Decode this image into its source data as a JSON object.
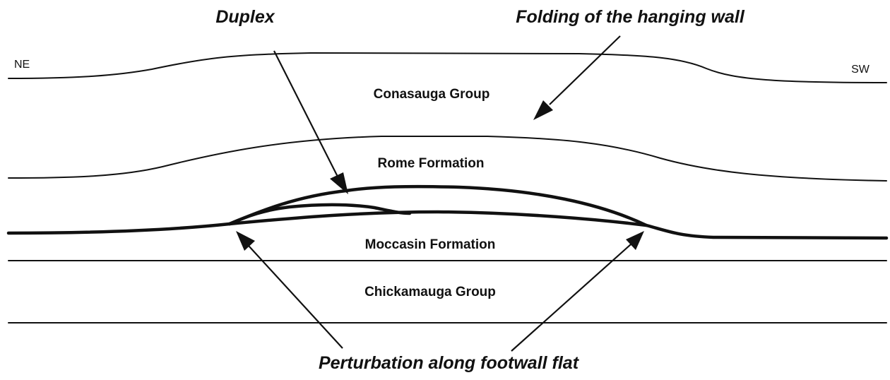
{
  "directions": {
    "left": "NE",
    "right": "SW"
  },
  "annotations": {
    "duplex": "Duplex",
    "hanging_wall": "Folding of the hanging wall",
    "footwall": "Perturbation along footwall flat"
  },
  "units": {
    "conasauga": "Conasauga Group",
    "rome": "Rome Formation",
    "moccasin": "Moccasin Formation",
    "chickamauga": "Chickamauga Group"
  }
}
